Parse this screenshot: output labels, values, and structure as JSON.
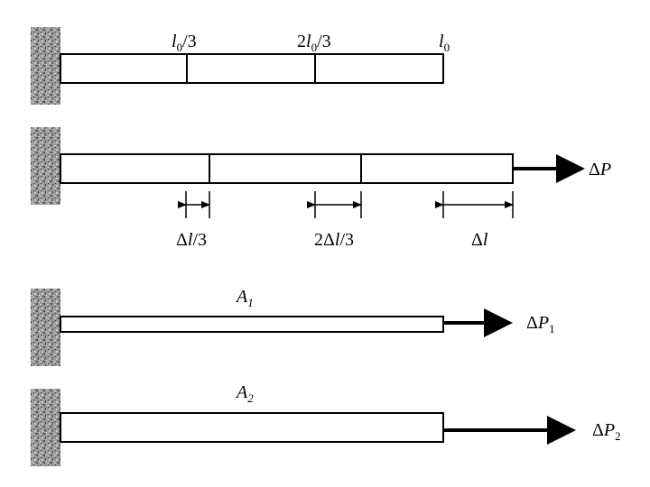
{
  "panel1": {
    "ticks": [
      {
        "pre": "",
        "var": "l",
        "sub": "0",
        "post": "/3"
      },
      {
        "pre": "2",
        "var": "l",
        "sub": "0",
        "post": "/3"
      },
      {
        "pre": "",
        "var": "l",
        "sub": "0",
        "post": ""
      }
    ]
  },
  "panel2": {
    "force": {
      "delta": "Δ",
      "var": "P",
      "sub": ""
    },
    "extensions": [
      {
        "pre": "Δ",
        "var": "l",
        "post": "/3"
      },
      {
        "pre": "2Δ",
        "var": "l",
        "post": "/3"
      },
      {
        "pre": "Δ",
        "var": "l",
        "post": ""
      }
    ]
  },
  "panel3": {
    "area": {
      "var": "A",
      "sub": "1"
    },
    "force": {
      "delta": "Δ",
      "var": "P",
      "sub": "1"
    }
  },
  "panel4": {
    "area": {
      "var": "A",
      "sub": "2"
    },
    "force": {
      "delta": "Δ",
      "var": "P",
      "sub": "2"
    }
  },
  "colors": {
    "stroke": "#000000",
    "wall": "#8a8a8a",
    "background": "#ffffff"
  }
}
